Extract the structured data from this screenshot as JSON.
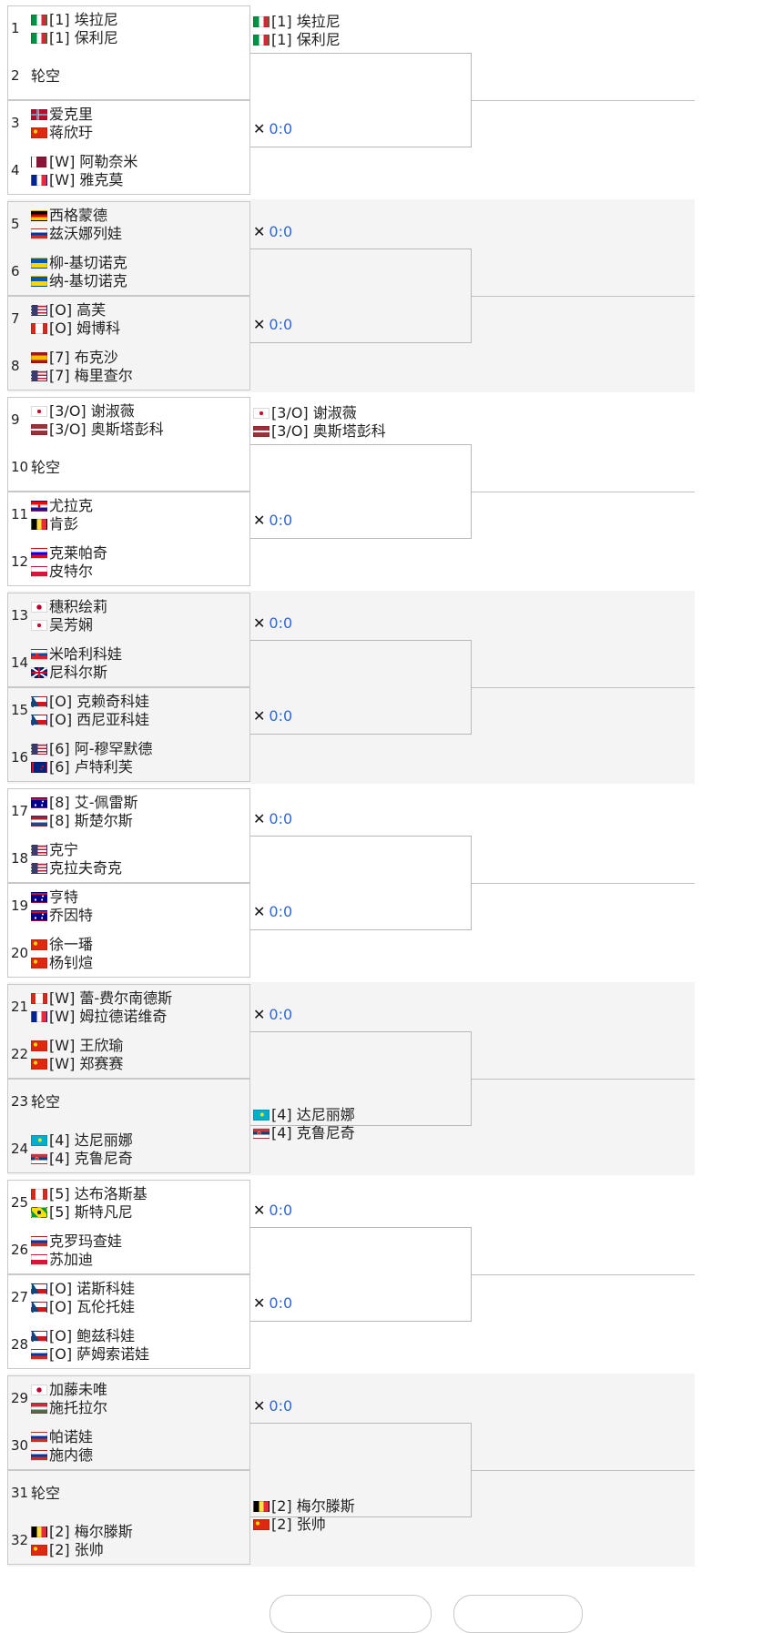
{
  "bye_label": "轮空",
  "matches": [
    {
      "p": [
        {
          "seed": "1",
          "lines": [
            {
              "f": "ita",
              "t": "[1] 埃拉尼"
            },
            {
              "f": "ita",
              "t": "[1] 保利尼"
            }
          ]
        },
        {
          "seed": "2",
          "bye": true
        }
      ],
      "r2": {
        "lines": [
          {
            "f": "ita",
            "t": "[1] 埃拉尼"
          },
          {
            "f": "ita",
            "t": "[1] 保利尼"
          }
        ]
      }
    },
    {
      "p": [
        {
          "seed": "3",
          "lines": [
            {
              "f": "nor",
              "t": "爱克里"
            },
            {
              "f": "chn",
              "t": "蒋欣玗"
            }
          ]
        },
        {
          "seed": "4",
          "lines": [
            {
              "f": "qat",
              "t": "[W] 阿勒奈米"
            },
            {
              "f": "fra",
              "t": "[W] 雅克莫"
            }
          ]
        }
      ],
      "r2": {
        "score": "0:0"
      }
    },
    {
      "p": [
        {
          "seed": "5",
          "lines": [
            {
              "f": "ger",
              "t": "西格蒙德"
            },
            {
              "f": "rus",
              "t": "兹沃娜列娃"
            }
          ]
        },
        {
          "seed": "6",
          "lines": [
            {
              "f": "ukr",
              "t": "柳-基切诺克"
            },
            {
              "f": "ukr",
              "t": "纳-基切诺克"
            }
          ]
        }
      ],
      "r2": {
        "score": "0:0"
      }
    },
    {
      "p": [
        {
          "seed": "7",
          "lines": [
            {
              "f": "usa",
              "t": "[O] 高芙"
            },
            {
              "f": "can",
              "t": "[O] 姆博科"
            }
          ]
        },
        {
          "seed": "8",
          "lines": [
            {
              "f": "esp",
              "t": "[7] 布克沙"
            },
            {
              "f": "usa",
              "t": "[7] 梅里查尔"
            }
          ]
        }
      ],
      "r2": {
        "score": "0:0"
      }
    },
    {
      "p": [
        {
          "seed": "9",
          "lines": [
            {
              "f": "tpe",
              "t": "[3/O] 谢淑薇"
            },
            {
              "f": "lat",
              "t": "[3/O] 奥斯塔彭科"
            }
          ]
        },
        {
          "seed": "10",
          "bye": true
        }
      ],
      "r2": {
        "lines": [
          {
            "f": "tpe",
            "t": "[3/O] 谢淑薇"
          },
          {
            "f": "lat",
            "t": "[3/O] 奥斯塔彭科"
          }
        ]
      }
    },
    {
      "p": [
        {
          "seed": "11",
          "lines": [
            {
              "f": "cro",
              "t": "尤拉克"
            },
            {
              "f": "bel",
              "t": "肯彭"
            }
          ]
        },
        {
          "seed": "12",
          "lines": [
            {
              "f": "slo",
              "t": "克莱帕奇"
            },
            {
              "f": "pol",
              "t": "皮特尔"
            }
          ]
        }
      ],
      "r2": {
        "score": "0:0"
      }
    },
    {
      "p": [
        {
          "seed": "13",
          "lines": [
            {
              "f": "jpn",
              "t": "穗积绘莉"
            },
            {
              "f": "tpe",
              "t": "吴芳娴"
            }
          ]
        },
        {
          "seed": "14",
          "lines": [
            {
              "f": "svk",
              "t": "米哈利科娃"
            },
            {
              "f": "gbr",
              "t": "尼科尔斯"
            }
          ]
        }
      ],
      "r2": {
        "score": "0:0"
      }
    },
    {
      "p": [
        {
          "seed": "15",
          "lines": [
            {
              "f": "cze",
              "t": "[O] 克赖奇科娃"
            },
            {
              "f": "cze",
              "t": "[O] 西尼亚科娃"
            }
          ]
        },
        {
          "seed": "16",
          "lines": [
            {
              "f": "usa",
              "t": "[6] 阿-穆罕默德"
            },
            {
              "f": "nzl",
              "t": "[6] 卢特利芙"
            }
          ]
        }
      ],
      "r2": {
        "score": "0:0"
      }
    },
    {
      "p": [
        {
          "seed": "17",
          "lines": [
            {
              "f": "aus",
              "t": "[8] 艾-佩雷斯"
            },
            {
              "f": "ned",
              "t": "[8] 斯楚尔斯"
            }
          ]
        },
        {
          "seed": "18",
          "lines": [
            {
              "f": "usa",
              "t": "克宁"
            },
            {
              "f": "usa",
              "t": "克拉夫奇克"
            }
          ]
        }
      ],
      "r2": {
        "score": "0:0"
      }
    },
    {
      "p": [
        {
          "seed": "19",
          "lines": [
            {
              "f": "aus",
              "t": "亨特"
            },
            {
              "f": "aus",
              "t": "乔因特"
            }
          ]
        },
        {
          "seed": "20",
          "lines": [
            {
              "f": "chn",
              "t": "徐一璠"
            },
            {
              "f": "chn",
              "t": "杨钊煊"
            }
          ]
        }
      ],
      "r2": {
        "score": "0:0"
      }
    },
    {
      "p": [
        {
          "seed": "21",
          "lines": [
            {
              "f": "can",
              "t": "[W] 蕾-费尔南德斯"
            },
            {
              "f": "fra",
              "t": "[W] 姆拉德诺维奇"
            }
          ]
        },
        {
          "seed": "22",
          "lines": [
            {
              "f": "chn",
              "t": "[W] 王欣瑜"
            },
            {
              "f": "chn",
              "t": "[W] 郑赛赛"
            }
          ]
        }
      ],
      "r2": {
        "score": "0:0"
      }
    },
    {
      "p": [
        {
          "seed": "23",
          "bye": true
        },
        {
          "seed": "24",
          "lines": [
            {
              "f": "kaz",
              "t": "[4] 达尼丽娜"
            },
            {
              "f": "srb",
              "t": "[4] 克鲁尼奇"
            }
          ]
        }
      ],
      "r2": {
        "lines": [
          {
            "f": "kaz",
            "t": "[4] 达尼丽娜"
          },
          {
            "f": "srb",
            "t": "[4] 克鲁尼奇"
          }
        ]
      }
    },
    {
      "p": [
        {
          "seed": "25",
          "lines": [
            {
              "f": "can",
              "t": "[5] 达布洛斯基"
            },
            {
              "f": "bra",
              "t": "[5] 斯特凡尼"
            }
          ]
        },
        {
          "seed": "26",
          "lines": [
            {
              "f": "rus",
              "t": "克罗玛查娃"
            },
            {
              "f": "pol",
              "t": "苏加迪"
            }
          ]
        }
      ],
      "r2": {
        "score": "0:0"
      }
    },
    {
      "p": [
        {
          "seed": "27",
          "lines": [
            {
              "f": "cze",
              "t": "[O] 诺斯科娃"
            },
            {
              "f": "cze",
              "t": "[O] 瓦伦托娃"
            }
          ]
        },
        {
          "seed": "28",
          "lines": [
            {
              "f": "cze",
              "t": "[O] 鲍兹科娃"
            },
            {
              "f": "rus",
              "t": "[O] 萨姆索诺娃"
            }
          ]
        }
      ],
      "r2": {
        "score": "0:0"
      }
    },
    {
      "p": [
        {
          "seed": "29",
          "lines": [
            {
              "f": "jpn",
              "t": "加藤未唯"
            },
            {
              "f": "hun",
              "t": "施托拉尔"
            }
          ]
        },
        {
          "seed": "30",
          "lines": [
            {
              "f": "rus",
              "t": "帕诺娃"
            },
            {
              "f": "rus",
              "t": "施内德"
            }
          ]
        }
      ],
      "r2": {
        "score": "0:0"
      }
    },
    {
      "p": [
        {
          "seed": "31",
          "bye": true
        },
        {
          "seed": "32",
          "lines": [
            {
              "f": "bel",
              "t": "[2] 梅尔滕斯"
            },
            {
              "f": "chn",
              "t": "[2] 张帅"
            }
          ]
        }
      ],
      "r2": {
        "lines": [
          {
            "f": "bel",
            "t": "[2] 梅尔滕斯"
          },
          {
            "f": "chn",
            "t": "[2] 张帅"
          }
        ]
      }
    }
  ],
  "flags": {
    "ita": "linear-gradient(90deg,#009246 33%,#fff 33% 66%,#ce2b37 66%)",
    "nor": "linear-gradient(90deg,transparent 30%,#fff 30% 34%,#00205b 34% 42%,#fff 42% 46%,transparent 46%),linear-gradient(0deg,transparent 40%,#fff 40% 44%,#00205b 44% 56%,#fff 56% 60%,transparent 60%),#ba0c2f",
    "chn": "radial-gradient(circle at 25% 35%,#ffde00 14%,transparent 16%),#de2910",
    "qat": "linear-gradient(90deg,#fff 32%,#8a1538 32%)",
    "fra": "linear-gradient(90deg,#002395 33%,#fff 33% 66%,#ed2939 66%)",
    "ger": "linear-gradient(#000 33%,#dd0000 33% 66%,#ffce00 66%)",
    "rus": "linear-gradient(#fff 33%,#0039a6 33% 66%,#d52b1e 66%)",
    "ukr": "linear-gradient(#0057b7 50%,#ffd700 50%)",
    "usa": "linear-gradient(90deg,#3c3b6e 42%,transparent 42%),repeating-linear-gradient(#b22234 0 1.7px,#fff 1.7px 3.4px)",
    "can": "linear-gradient(90deg,#d52b1e 25%,#fff 25% 75%,#d52b1e 75%)",
    "esp": "linear-gradient(#aa151b 25%,#f1bf00 25% 75%,#aa151b 75%)",
    "tpe": "radial-gradient(circle at 50% 50%,#c8102e 22%,#fff 24%,#fff 40%,#ddd 42%,#fff 44%)",
    "lat": "linear-gradient(#9e3039 40%,#fff 40% 60%,#9e3039 60%)",
    "cro": "radial-gradient(circle at 50% 50%,#c00 14%,transparent 16%),linear-gradient(#ff0000 33%,#fff 33% 66%,#171796 66%)",
    "bel": "linear-gradient(90deg,#000 33%,#fae042 33% 66%,#ed2939 66%)",
    "slo": "linear-gradient(#fff 33%,#0000ff 33% 66%,#ff0000 66%)",
    "pol": "linear-gradient(#fff 50%,#dc143c 50%)",
    "jpn": "radial-gradient(circle,#bc002d 28%,#fff 30%)",
    "svk": "radial-gradient(circle at 35% 50%,#ee1c25 14%,transparent 16%),linear-gradient(#fff 33%,#0b4ea2 33% 66%,#ee1c25 66%)",
    "gbr": "linear-gradient(90deg,transparent 44%,#c8102e 44% 56%,transparent 56%),linear-gradient(transparent 40%,#c8102e 40% 60%,transparent 60%),linear-gradient(33deg,transparent 45%,#fff 45% 55%,transparent 55%),linear-gradient(-33deg,transparent 45%,#fff 45% 55%,transparent 55%),#012169",
    "cze": "linear-gradient(56deg,#11457e 36%,transparent 36%),linear-gradient(#fff 50%,#d7141a 50%)",
    "nzl": "linear-gradient(90deg,#c8102e 0 2px,transparent 2px),radial-gradient(circle at 75% 40%,#c8102e 8%,transparent 9%),radial-gradient(circle at 65% 70%,#c8102e 8%,transparent 9%),#00247d",
    "aus": "radial-gradient(circle at 25% 75%,#fff 8%,transparent 9%),radial-gradient(circle at 75% 35%,#fff 7%,transparent 8%),radial-gradient(circle at 70% 75%,#fff 7%,transparent 8%),linear-gradient(#c8102e 0 2px,transparent 2px),#00008b",
    "ned": "linear-gradient(#ae1c28 33%,#fff 33% 66%,#21468b 66%)",
    "kaz": "radial-gradient(circle at 55% 45%,#ffe700 18%,transparent 20%),#00afca",
    "srb": "radial-gradient(circle at 35% 50%,#c6363c 14%,#fff 16%,transparent 18%),linear-gradient(#c6363c 33%,#0c4076 33% 66%,#fff 66%)",
    "bra": "radial-gradient(circle,#002776 22%,transparent 24%),linear-gradient(45deg,#009c3b 25%,#ffdf00 25% 75%,#009c3b 75%)",
    "hun": "linear-gradient(#ce2939 33%,#fff 33% 66%,#477050 66%)"
  }
}
